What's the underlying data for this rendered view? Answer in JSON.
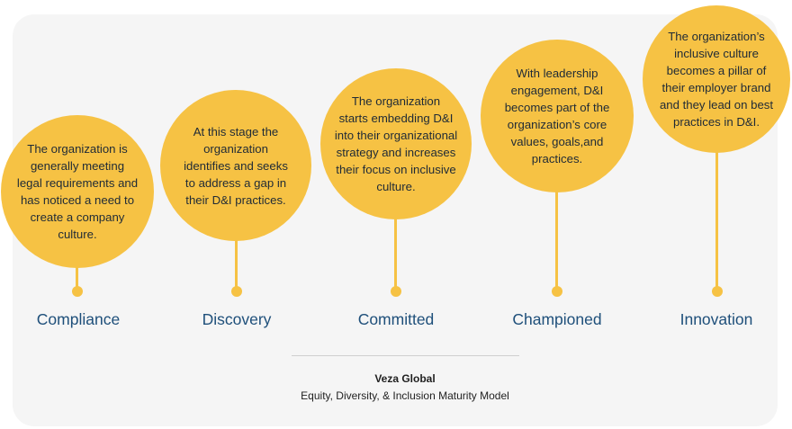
{
  "colors": {
    "bubble": "#f6c244",
    "label": "#1e4f7a",
    "panel_background": "#f5f5f5"
  },
  "stages": [
    {
      "label": "Compliance",
      "description_lines": [
        "The organization is",
        "generally meeting",
        "legal requirements and",
        "has noticed a need to",
        "create a company",
        "culture."
      ]
    },
    {
      "label": "Discovery",
      "description_lines": [
        "At this stage the",
        "organization",
        "identifies and seeks",
        "to address a gap in",
        "their D&I practices."
      ]
    },
    {
      "label": "Committed",
      "description_lines": [
        "The organization",
        "starts embedding D&I",
        "into their organizational",
        "strategy and increases",
        "their focus on inclusive",
        "culture."
      ]
    },
    {
      "label": "Championed",
      "description_lines": [
        "With leadership",
        "engagement, D&I",
        "becomes part of the",
        "organization’s core",
        "values, goals,and",
        "practices."
      ]
    },
    {
      "label": "Innovation",
      "description_lines": [
        "The organization’s",
        "inclusive culture",
        "becomes a pillar of",
        "their employer brand",
        "and they lead on best",
        "practices in D&I."
      ]
    }
  ],
  "caption": {
    "title": "Veza Global",
    "subtitle": "Equity, Diversity, & Inclusion Maturity Model"
  }
}
